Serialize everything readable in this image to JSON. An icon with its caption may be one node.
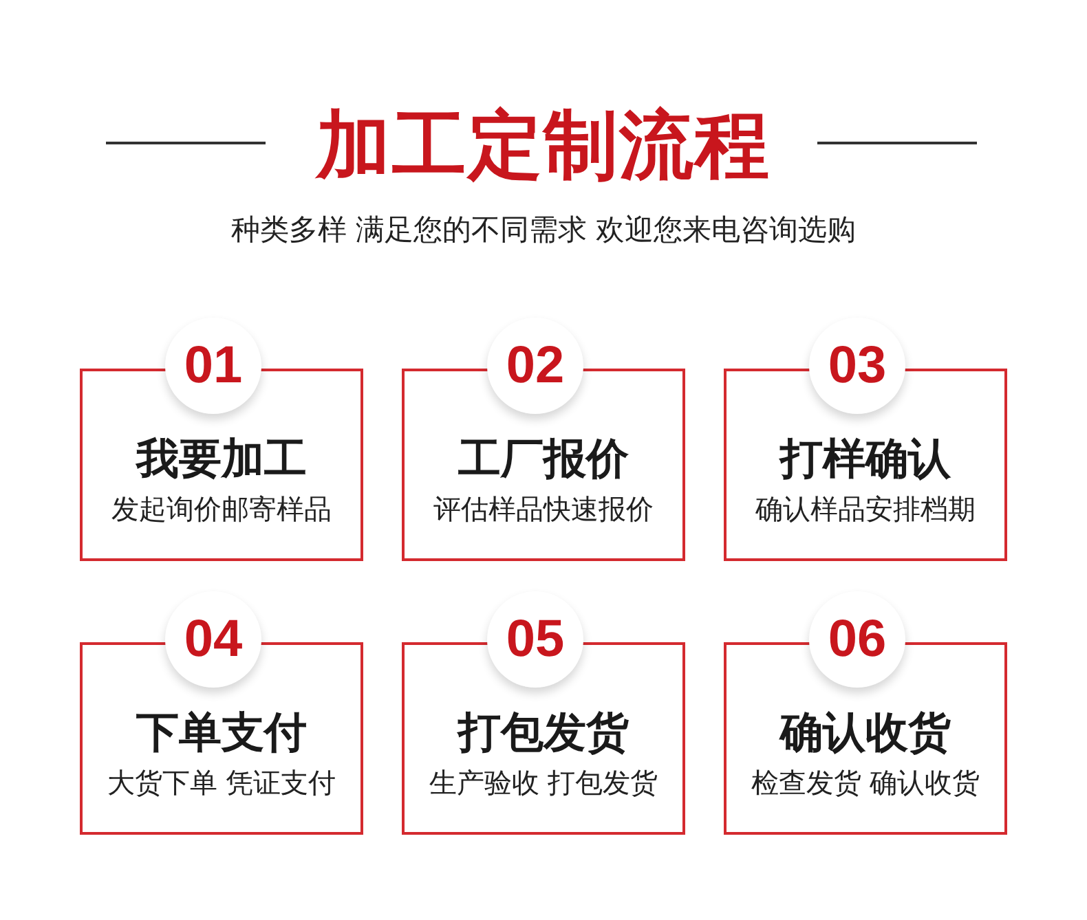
{
  "diagram": {
    "title": "加工定制流程",
    "nodes": [
      {
        "text": [
          "01",
          "我要加工",
          "发起询价邮寄样品"
        ]
      },
      {
        "text": [
          "02",
          "工厂报价",
          "评估样品快速报价"
        ]
      },
      {
        "text": [
          "03",
          "打样确认",
          "确认样品安排档期"
        ]
      },
      {
        "text": [
          "04",
          "下单支付",
          "大货下单 凭证支付"
        ]
      },
      {
        "text": [
          "05",
          "打包发货",
          "生产验收 打包发货"
        ]
      },
      {
        "text": [
          "06",
          "确认收货",
          "检查发货 确认收货"
        ]
      }
    ],
    "labels": [
      "种类多样 满足您的不同需求 欢迎您来电咨询选购"
    ]
  }
}
